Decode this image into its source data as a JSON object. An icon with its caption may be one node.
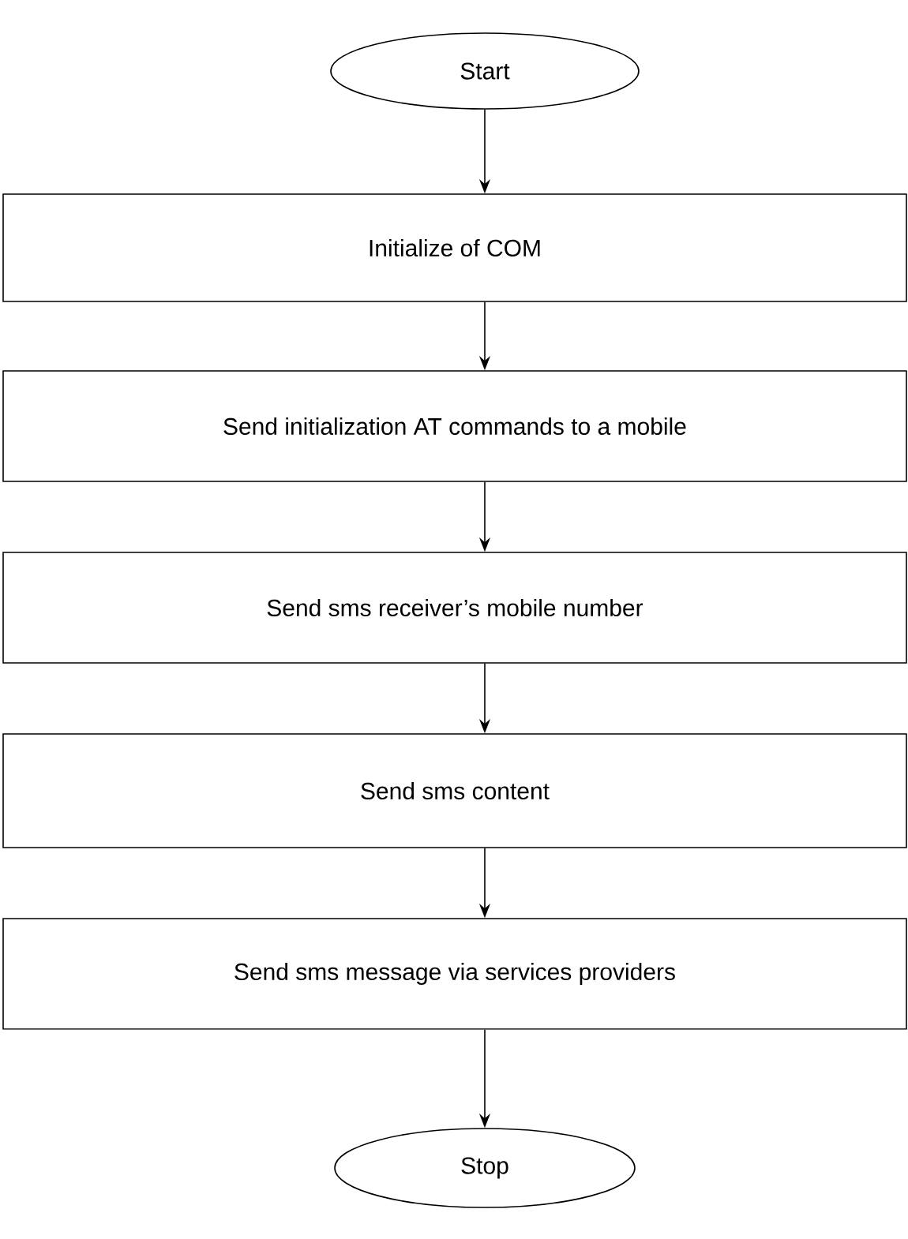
{
  "diagram": {
    "nodes": [
      {
        "text": [
          "Start"
        ]
      },
      {
        "text": [
          "Initialize of COM"
        ]
      },
      {
        "text": [
          "Send initialization AT commands to a mobile"
        ]
      },
      {
        "text": [
          "Send sms receiver’s mobile number"
        ]
      },
      {
        "text": [
          "Send sms content"
        ]
      },
      {
        "text": [
          "Send sms message via services providers"
        ]
      },
      {
        "text": [
          "Stop"
        ]
      }
    ],
    "edges": [
      {
        "from": 0,
        "to": 1,
        "arrow": "to"
      },
      {
        "from": 1,
        "to": 2,
        "arrow": "to"
      },
      {
        "from": 2,
        "to": 3,
        "arrow": "to"
      },
      {
        "from": 3,
        "to": 4,
        "arrow": "to"
      },
      {
        "from": 4,
        "to": 5,
        "arrow": "to"
      },
      {
        "from": 5,
        "to": 6,
        "arrow": "to"
      }
    ]
  }
}
